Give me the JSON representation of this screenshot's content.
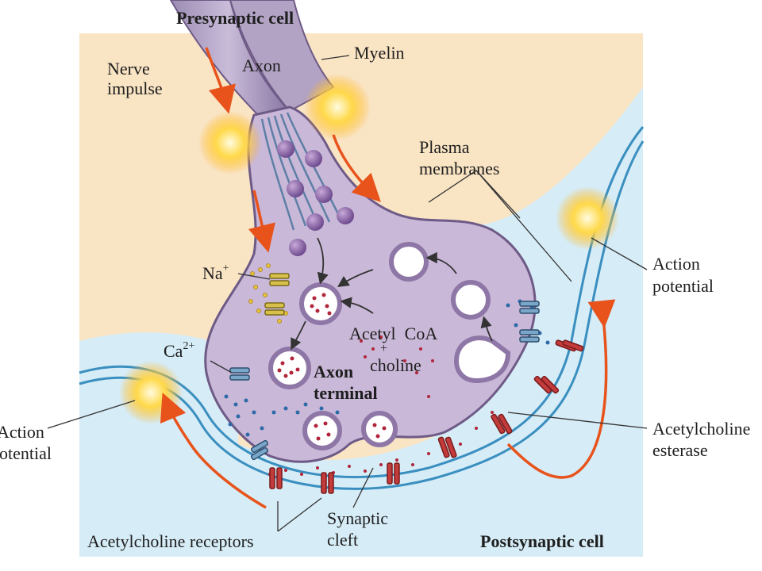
{
  "labels": {
    "presynaptic_cell": "Presynaptic cell",
    "nerve_impulse_line1": "Nerve",
    "nerve_impulse_line2": "impulse",
    "axon": "Axon",
    "myelin": "Myelin",
    "plasma_line1": "Plasma",
    "plasma_line2": "membranes",
    "na": "Na",
    "na_sup": "+",
    "ca": "Ca",
    "ca_sup": "2+",
    "acetyl_coa": "Acetyl  CoA",
    "plus": "+",
    "choline": "choline",
    "axon_terminal_line1": "Axon",
    "axon_terminal_line2": "terminal",
    "action_potential_right_line1": "Action",
    "action_potential_right_line2": "potential",
    "action_potential_left_line1": "Action",
    "action_potential_left_line2": "potential",
    "acetylcholinesterase_line1": "Acetylcholine",
    "acetylcholinesterase_line2": "esterase",
    "ach_receptors": "Acetylcholine receptors",
    "synaptic_line1": "Synaptic",
    "synaptic_line2": "cleft",
    "postsynaptic_cell": "Postsynaptic cell"
  },
  "colors": {
    "background_tan": "#f9e4c4",
    "postsynaptic_fluid": "#d6ecf6",
    "membrane_blue": "#3a8fc0",
    "axon_purple": "#b7a6c8",
    "terminal_purple": "#c9b8d8",
    "outline_purple": "#6e5a86",
    "arrow_orange": "#e8531c",
    "vesicle_red": "#b0253a",
    "receptor_red": "#c33b3b",
    "sodium_yellow": "#e8c33a",
    "calcium_blue": "#2d6aa8"
  }
}
